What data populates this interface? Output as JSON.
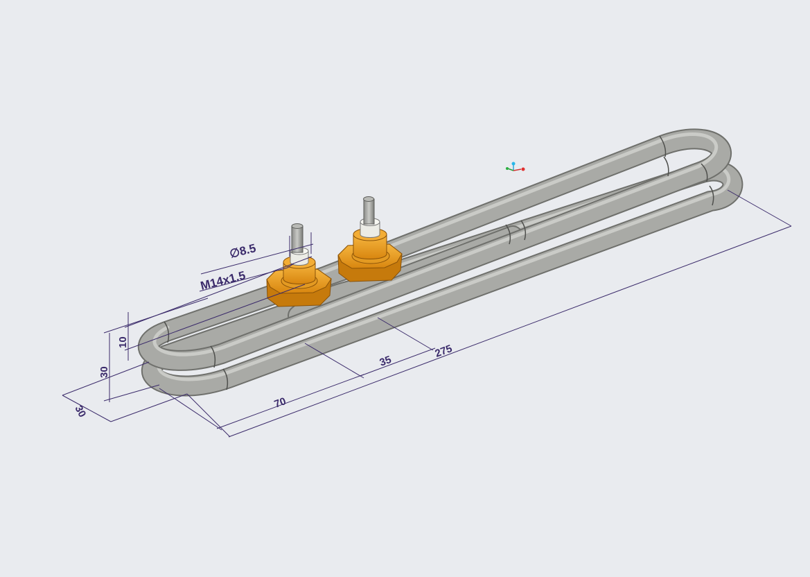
{
  "colors": {
    "background": "#e9ebef",
    "tube": "#a9aaa6",
    "tube_edge": "#6f706c",
    "tube_highlight": "#d2d3cf",
    "fitting": "#f0a020",
    "fitting_dark": "#c67a0c",
    "dimension": "#3a2a6a"
  },
  "dimensions": {
    "diameter_terminal": "8.5",
    "diameter_symbol": "∅",
    "thread": "M14x1.5",
    "height_10": "10",
    "height_30": "30",
    "depth_30": "30",
    "offset_70": "70",
    "spacing_35": "35",
    "length_275": "275"
  },
  "icons": {
    "triad": "axis-triad-icon"
  }
}
